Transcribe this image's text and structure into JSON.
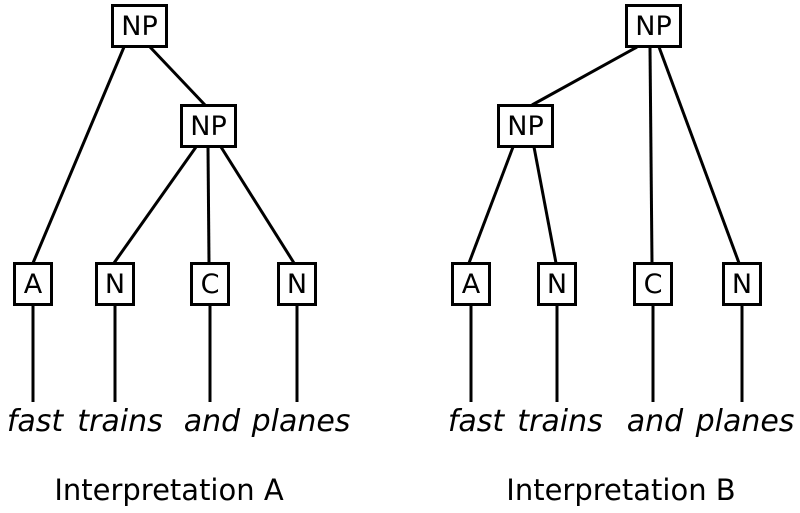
{
  "colors": {
    "background": "#ffffff",
    "line": "#000000",
    "text": "#000000"
  },
  "trees": [
    {
      "caption": "Interpretation A",
      "root_label": "NP",
      "inner_label": "NP",
      "leaves": [
        "A",
        "N",
        "C",
        "N"
      ],
      "words": [
        "fast",
        "trains",
        "and",
        "planes"
      ]
    },
    {
      "caption": "Interpretation B",
      "root_label": "NP",
      "inner_label": "NP",
      "leaves": [
        "A",
        "N",
        "C",
        "N"
      ],
      "words": [
        "fast",
        "trains",
        "and",
        "planes"
      ]
    }
  ]
}
